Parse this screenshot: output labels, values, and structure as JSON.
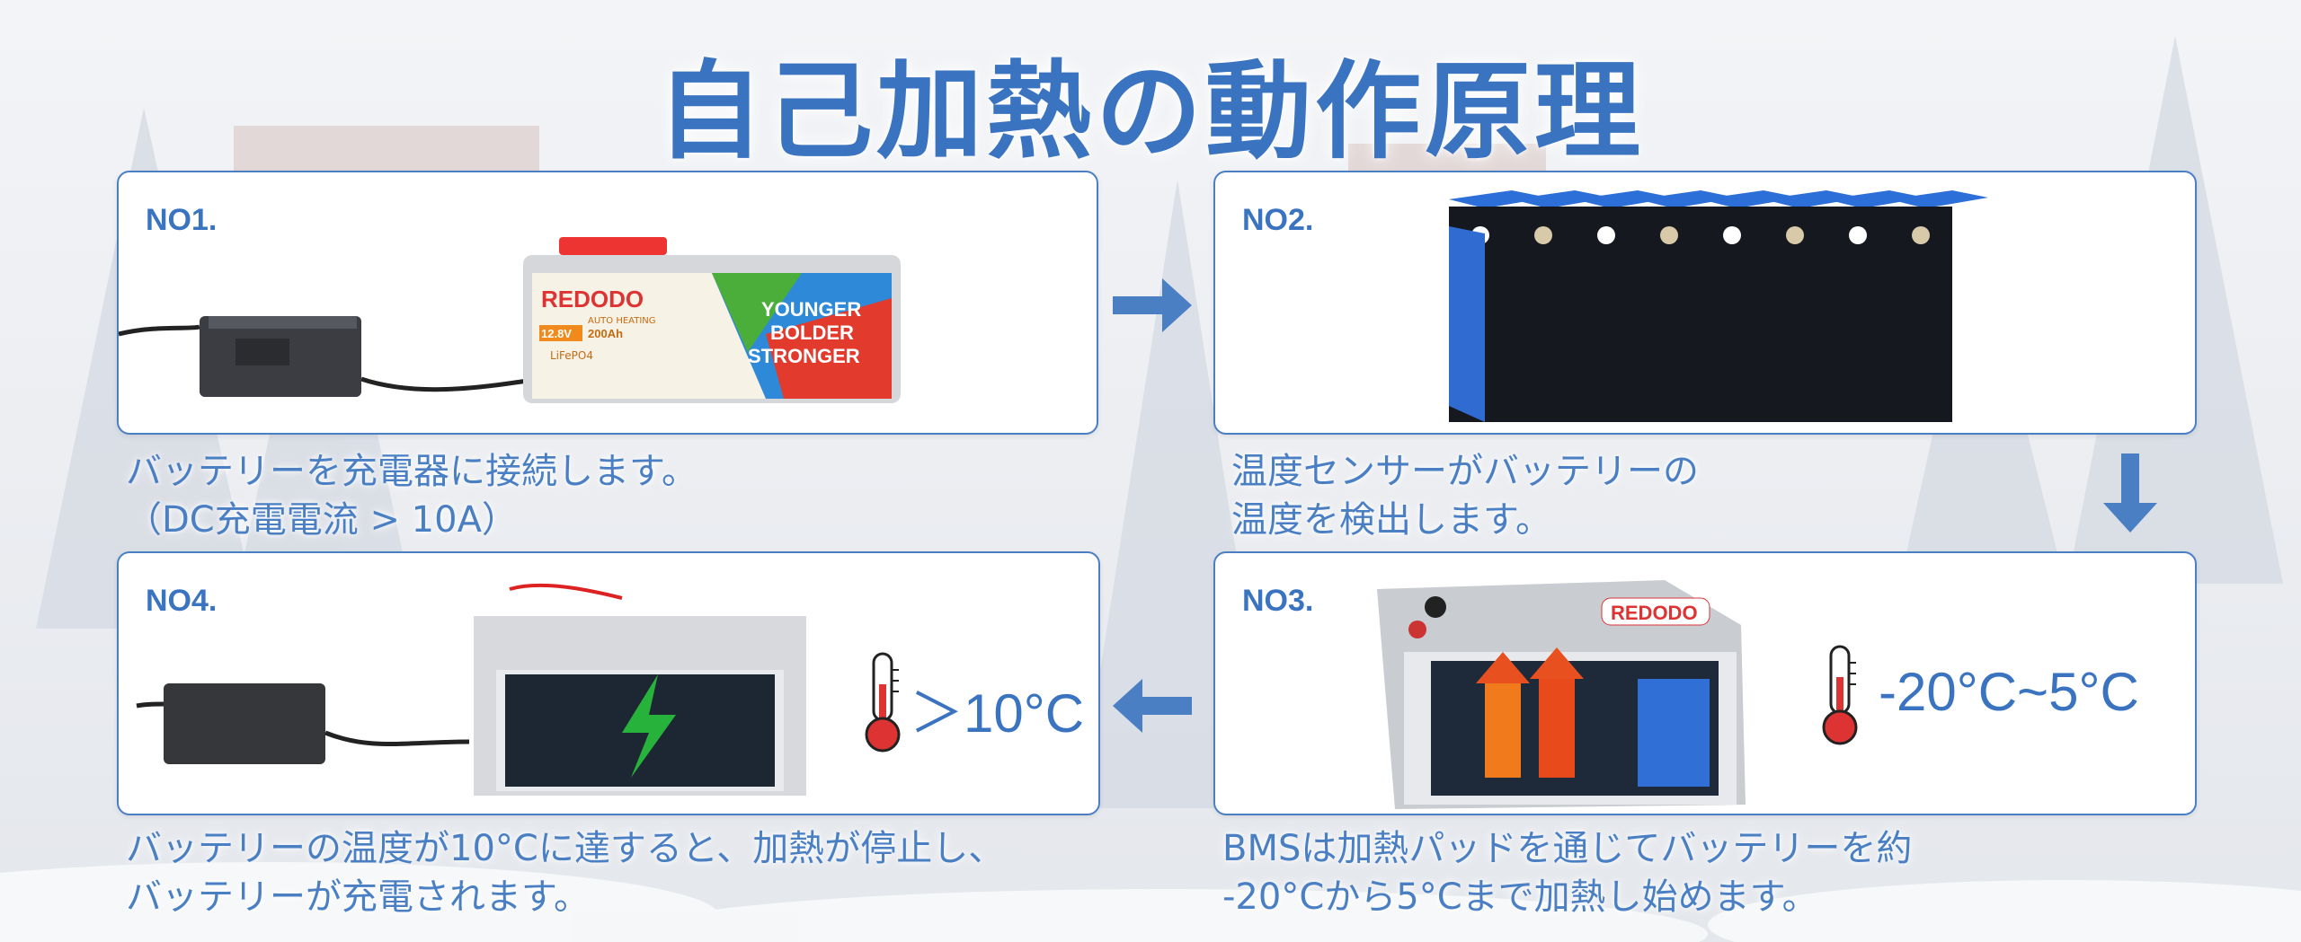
{
  "title": "自己加熱の動作原理",
  "steps": [
    {
      "label": "NO1.",
      "caption_line1": "バッテリーを充電器に接続します。",
      "caption_line2": "（DC充電電流 > 10A）"
    },
    {
      "label": "NO2.",
      "caption_line1": "温度センサーがバッテリーの",
      "caption_line2": "温度を検出します。"
    },
    {
      "label": "NO3.",
      "caption_line1": "BMSは加熱パッドを通じてバッテリーを約",
      "caption_line2": "-20°Cから5°Cまで加熱し始めます。",
      "temp": "-20°C~5°C"
    },
    {
      "label": "NO4.",
      "caption_line1": "バッテリーの温度が10°Cに達すると、加熱が停止し、",
      "caption_line2": "バッテリーが充電されます。",
      "temp": "＞10°C"
    }
  ],
  "battery": {
    "brand": "REDODO",
    "voltage": "12.8V",
    "capacity": "200Ah",
    "feature": "AUTO HEATING",
    "chem": "LiFePO4",
    "slogan": [
      "YOUNGER",
      "BOLDER",
      "STRONGER"
    ]
  },
  "colors": {
    "accent": "#3a73c0",
    "arrow": "#4a7fc4"
  }
}
